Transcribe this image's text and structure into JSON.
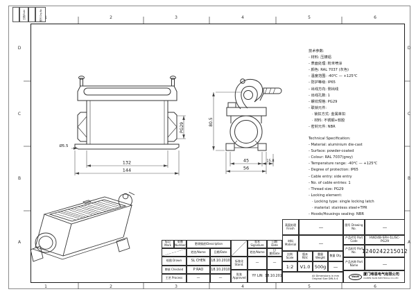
{
  "frame": {
    "cols": [
      "1",
      "2",
      "3",
      "4",
      "5",
      "6"
    ],
    "rows": [
      "D",
      "C",
      "B",
      "A"
    ]
  },
  "corner": {
    "date": "日期/Date",
    "drg_no": "图号 Drg.No."
  },
  "dims": {
    "front_hole": "Ø5.5",
    "front_thread": "PG29",
    "front_inner_width": "132",
    "front_outer_width": "144",
    "side_height": "80.5",
    "side_feet_inner": "45",
    "side_pin": "15.8",
    "side_feet_outer": "56"
  },
  "tech_cn": {
    "lines": [
      "技术参数:",
      "- 材料: 压铸铝",
      "- 表面处理: 粉末喷涂",
      "- 颜色: RAL 7037 (灰色)",
      "- 温度范围: -40℃ — +125℃",
      "- 防护等级: IP65",
      "- 出线方向: 侧出线",
      "- 出线孔数: 1",
      "- 螺纹规格: PG29",
      "- 联锁元件:",
      "   · 锁扣方式: 金属单扣",
      "   · 材料: 不锈钢+软胶",
      "- 密封元件: NBR"
    ]
  },
  "tech_en": {
    "lines": [
      "Technical Specification:",
      "- Material: aluminium die-cast",
      "- Surface: powder-coated",
      "- Colour: RAL 7037(grey)",
      "- Temperature range: -40℃ — +125℃",
      "- Degree of protection: IP65",
      "- Cable entry: side entry",
      "- No. of cable entries: 1",
      "- Thread size: PG29",
      "- Locking element:",
      "   · Locking type: single locking latch",
      "   · material: stainless steel+TPR",
      "- Hoods/Housings sealing: NBR"
    ]
  },
  "title_block": {
    "rev_table": {
      "mark": "标记 Mark",
      "number": "处数 Number",
      "description": "更改描述/Description",
      "name_hdr": "姓名/Name",
      "date_hdr": "日期/Date",
      "drawn_label": "绘图 Drawn",
      "drawn_name": "SL CHEN",
      "drawn_date": "18.10.2010",
      "checked_label": "审核 Checked",
      "checked_name": "P RAO",
      "checked_date": "18.10.2010",
      "process_label": "工艺 Process",
      "process_name": "—",
      "process_date": "—"
    },
    "appr_table": {
      "sig_hdr": "签名 Signature",
      "date_hdr": "日期 Date",
      "name_sub": "姓名/Name",
      "date_sub": "日期/Date",
      "stand_label": "标准化 Stand.",
      "stand_name": "—",
      "stand_date": "—",
      "approved_label": "批准 Approved",
      "approved_name": "YY LIN",
      "approved_date": "18.10.2010"
    },
    "finish_label": "表面处理 Finish",
    "finish_value": "—",
    "material_label": "材料 Material",
    "material_value": "—",
    "scale_label": "比例 Scale",
    "scale_value": "1:2",
    "rev_label": "版本 REV.",
    "rev_value": "V1.0",
    "weight_label": "重量 Weight",
    "weight_value": "500g",
    "qty_label": "数量 Qty.",
    "qty_value": "—",
    "note_line1": "All Dimensions in mm",
    "note_line2": "Original Size DIN A 4",
    "drawing_no_label": "图号 Drawing No.",
    "drawing_no_value": "—",
    "part_code_label": "产品代号 Part Code",
    "part_code_value": "HW24B-SFH-1L/SC-PG29",
    "part_no_label": "产品料号 Part No.",
    "part_no_value": "1240242215012",
    "part_name_label": "产品名称 Part Name",
    "part_name_value": "—",
    "company_logo": "WAIN",
    "company_cn": "厦门唯恩电气有限公司",
    "company_en": "XIAMEN WAIN ELECTRICAL CO.,LTD"
  },
  "colors": {
    "line": "#333333",
    "frame": "#1a1a1a",
    "bg": "#ffffff"
  }
}
